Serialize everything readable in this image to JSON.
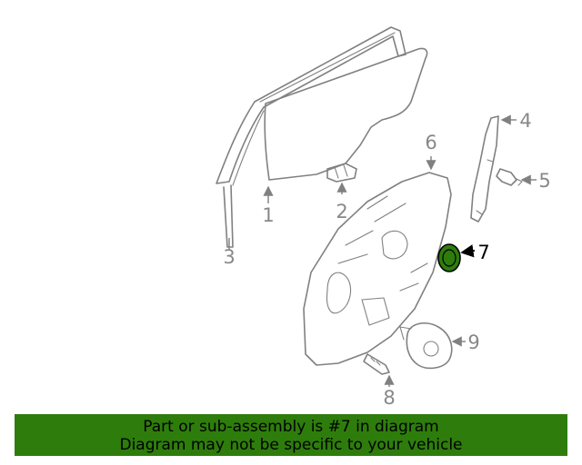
{
  "callouts": {
    "c1": "1",
    "c2": "2",
    "c3": "3",
    "c4": "4",
    "c5": "5",
    "c6": "6",
    "c7": "7",
    "c8": "8",
    "c9": "9"
  },
  "highlighted_part": "7",
  "colors": {
    "banner_background": "#2e7d0c",
    "highlight_fill": "#2e7d0c",
    "line_art": "#808080"
  },
  "banner": {
    "line1": "Part or sub-assembly is #7 in diagram",
    "line2": "Diagram may not be specific to your vehicle"
  }
}
